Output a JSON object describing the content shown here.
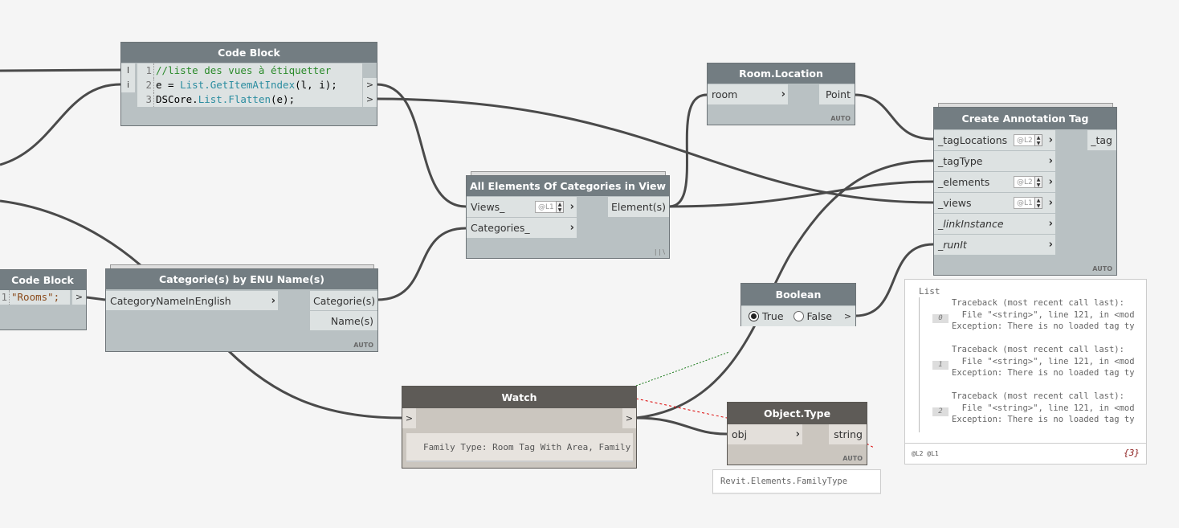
{
  "code_block_1": {
    "title": "Code Block",
    "inputs": [
      "l",
      "i"
    ],
    "lines": [
      {
        "n": "1",
        "text": "//liste des vues à étiquetter"
      },
      {
        "n": "2",
        "pre": "e = ",
        "fn": "List.GetItemAtIndex",
        "post": "(l, i);"
      },
      {
        "n": "3",
        "pre": "DSCore.",
        "fn": "List.Flatten",
        "post": "(e);"
      }
    ],
    "outputs": [
      ">",
      ">"
    ]
  },
  "code_block_2": {
    "title": "Code Block",
    "line_n": "1",
    "line": "\"Rooms\";",
    "output": ">"
  },
  "categories_node": {
    "title": "Categorie(s) by ENU Name(s)",
    "input": "CategoryNameInEnglish",
    "outputs": [
      "Categorie(s)",
      "Name(s)"
    ],
    "lacing": "AUTO"
  },
  "all_elements_node": {
    "title": "All Elements Of Categories in View",
    "inputs": [
      "Views_",
      "Categories_"
    ],
    "views_level": "@L1",
    "output": "Element(s)",
    "lacing": "| | \\"
  },
  "room_location": {
    "title": "Room.Location",
    "input": "room",
    "output": "Point",
    "lacing": "AUTO"
  },
  "create_tag": {
    "title": "Create Annotation Tag",
    "inputs": [
      {
        "label": "_tagLocations",
        "level": "@L2"
      },
      {
        "label": "_tagType"
      },
      {
        "label": "_elements",
        "level": "@L2"
      },
      {
        "label": "_views",
        "level": "@L1"
      },
      {
        "label": "_linkInstance"
      },
      {
        "label": "_runIt"
      }
    ],
    "output": "_tag",
    "lacing": "AUTO"
  },
  "boolean": {
    "title": "Boolean",
    "true_label": "True",
    "false_label": "False",
    "selected": "True",
    "output": ">"
  },
  "watch": {
    "title": "Watch",
    "in": ">",
    "out": ">",
    "value": "Family Type: Room Tag With Area, Family"
  },
  "object_type": {
    "title": "Object.Type",
    "input": "obj",
    "output": "string",
    "lacing": "AUTO",
    "preview": "Revit.Elements.FamilyType"
  },
  "tag_preview": {
    "header": "List",
    "items": [
      {
        "index": "0",
        "lines": [
          "Traceback (most recent call last):",
          "  File \"<string>\", line 121, in <mod",
          "Exception: There is no loaded tag ty"
        ]
      },
      {
        "index": "1",
        "lines": [
          "Traceback (most recent call last):",
          "  File \"<string>\", line 121, in <mod",
          "Exception: There is no loaded tag ty"
        ]
      },
      {
        "index": "2",
        "lines": [
          "Traceback (most recent call last):",
          "  File \"<string>\", line 121, in <mod",
          "Exception: There is no loaded tag ty"
        ]
      }
    ],
    "levels": "@L2 @L1",
    "count": "{3}"
  }
}
